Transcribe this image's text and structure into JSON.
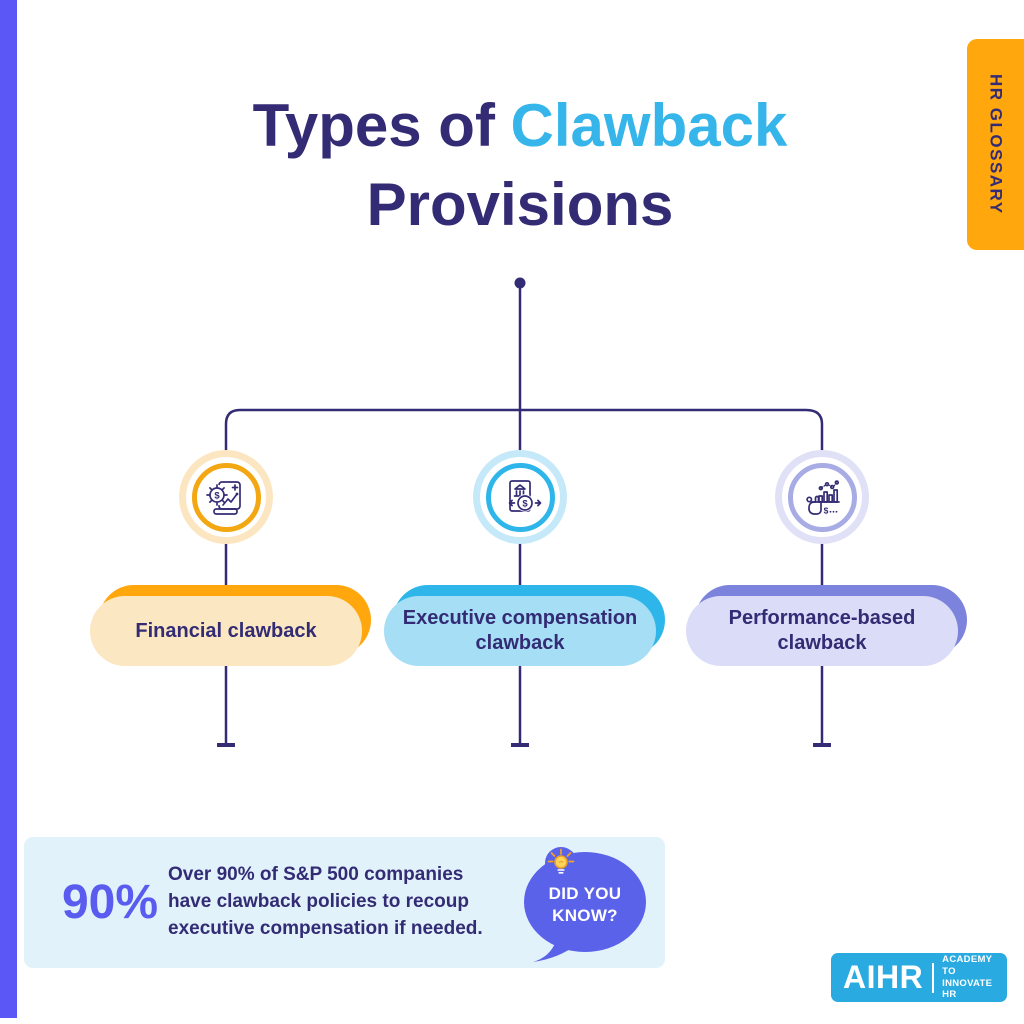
{
  "badge": {
    "label": "HR GLOSSARY",
    "bg": "#FFA70D",
    "text_color": "#332C75"
  },
  "title": {
    "prefix": "Types of",
    "highlight": "Clawback",
    "line2": "Provisions",
    "navy": "#332C75",
    "cyan": "#35B5EA"
  },
  "branches": [
    {
      "label": "Financial clawback",
      "icon": "gear-dollar-scroll-chart-icon",
      "ring": "#F2A713",
      "halo": "#FBE6C1",
      "fill": "#FBE7C1",
      "back": "#FFA70D"
    },
    {
      "label": "Executive compensation\nclawback",
      "icon": "bank-document-coin-exchange-icon",
      "ring": "#2EB6EA",
      "halo": "#C5E9F9",
      "fill": "#A6DEF5",
      "back": "#2EB6EA"
    },
    {
      "label": "Performance-based\nclawback",
      "icon": "hand-bar-chart-dollar-icon",
      "ring": "#A7ACE5",
      "halo": "#E0E1F6",
      "fill": "#DBDCF7",
      "back": "#7C83DC"
    }
  ],
  "stat": {
    "value": "90%",
    "lines": "Over 90% of S&P 500 companies\nhave clawback policies to recoup\nexecutive compensation if needed.",
    "bubble_text": "DID YOU\nKNOW?",
    "bubble_color": "#5B62EA",
    "bulb_icon": "lightbulb-icon",
    "panel_bg": "#E1F2FB",
    "value_color": "#5A5BEF"
  },
  "logo": {
    "brand": "AIHR",
    "tagline": "ACADEMY TO\nINNOVATE HR",
    "bg": "#29ABE2"
  },
  "decor": {
    "left_bar_color": "#5B57F7",
    "connector_color": "#332C75"
  }
}
